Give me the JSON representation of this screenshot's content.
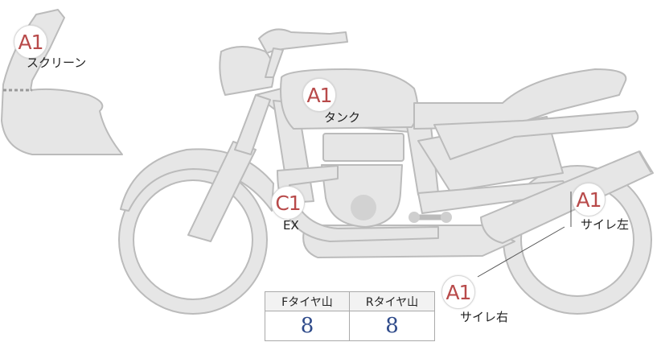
{
  "colors": {
    "body_fill": "#e6e6e6",
    "body_stroke": "#bbbbbb",
    "grade_text": "#b84a4a",
    "tread_value": "#2e4a8a",
    "leader_line": "#555555"
  },
  "markers": [
    {
      "id": "screen",
      "grade": "A1",
      "label": "スクリーン"
    },
    {
      "id": "tank",
      "grade": "A1",
      "label": "タンク"
    },
    {
      "id": "exhaust",
      "grade": "C1",
      "label": "EX"
    },
    {
      "id": "muffler-left",
      "grade": "A1",
      "label": "サイレ左"
    },
    {
      "id": "muffler-right",
      "grade": "A1",
      "label": "サイレ右"
    }
  ],
  "tread_table": {
    "front_header": "Fタイヤ山",
    "rear_header": "Rタイヤ山",
    "front_value": "8",
    "rear_value": "8"
  }
}
